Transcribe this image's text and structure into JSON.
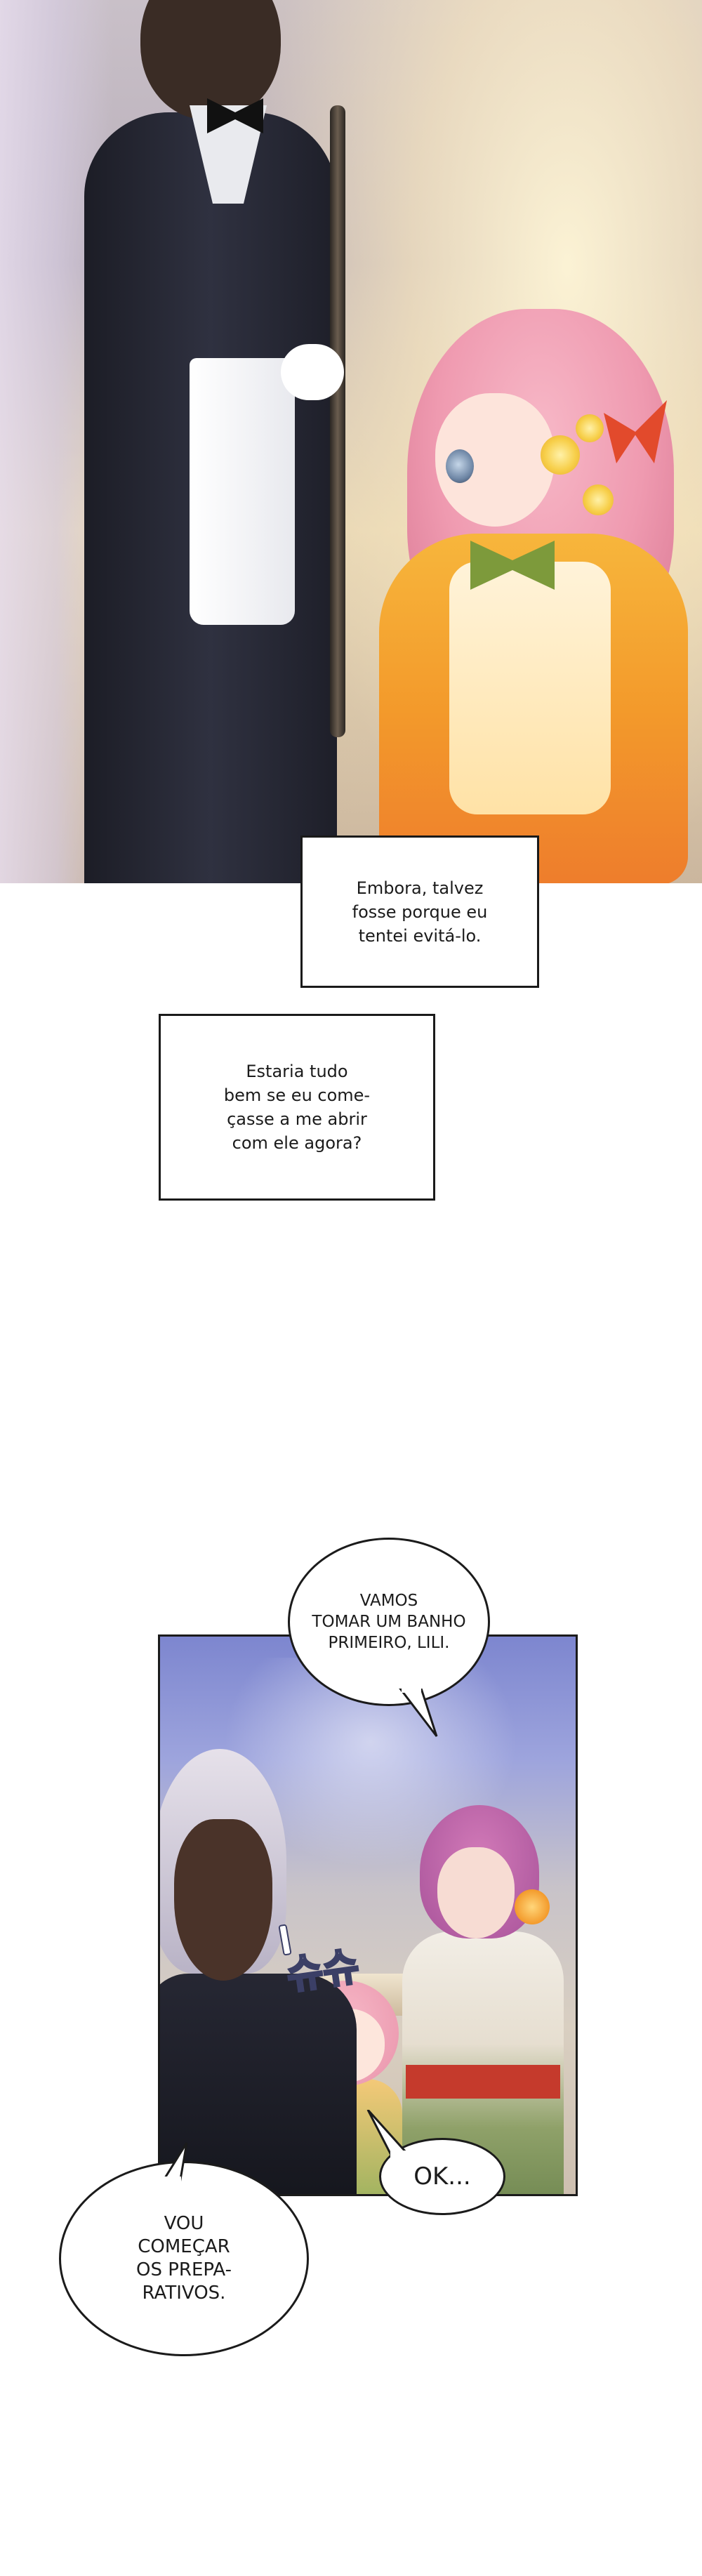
{
  "narration": [
    {
      "text": "Embora, talvez\nfosse porque eu\ntentei evitá-lo."
    },
    {
      "text": "Estaria tudo\nbem se eu come-\nçasse a me abrir\ncom ele agora?"
    }
  ],
  "bubbles": [
    {
      "text": "VAMOS\nTOMAR UM BANHO\nPRIMEIRO, LILI."
    },
    {
      "text": "OK..."
    },
    {
      "text": "VOU\nCOMEÇAR\nOS PREPA-\nRATIVOS."
    }
  ],
  "sfx": {
    "text": "슈슈"
  },
  "colors": {
    "panel_border": "#1b1b1b",
    "background": "#ffffff",
    "sfx_outline": "#3b3f66"
  }
}
